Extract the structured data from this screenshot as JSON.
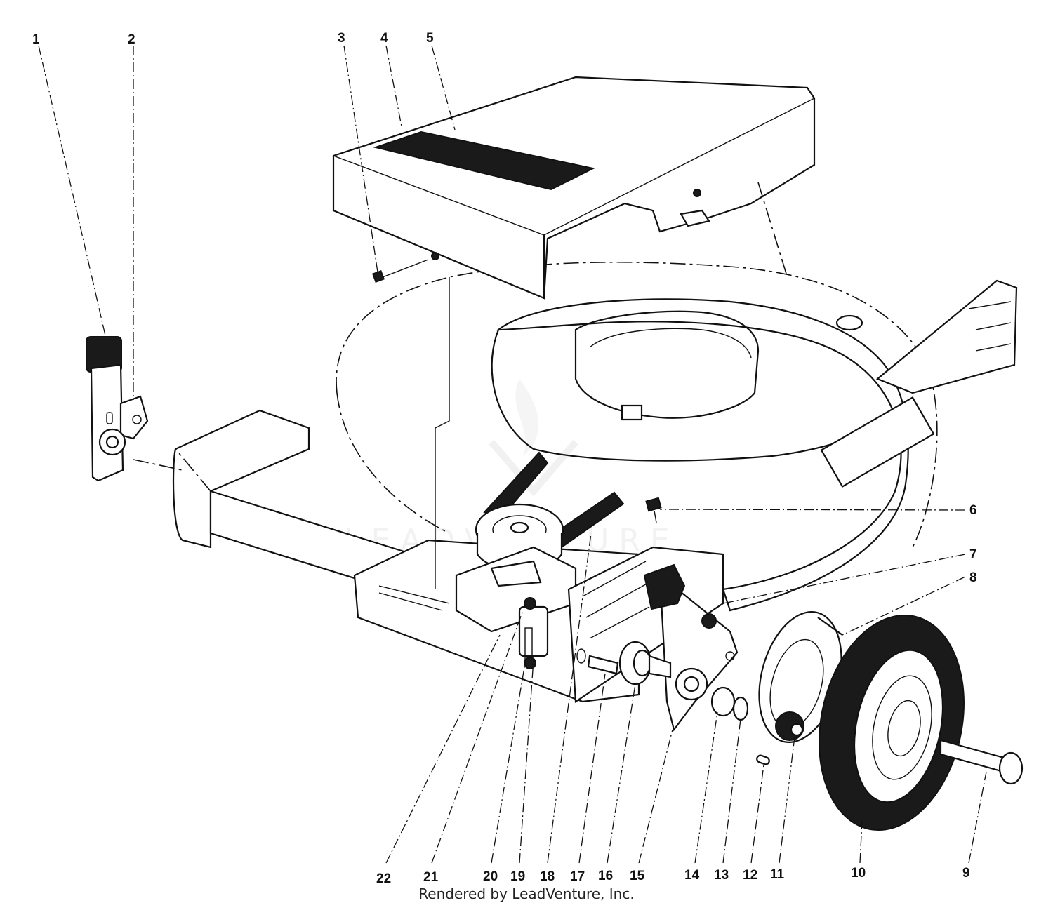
{
  "diagram": {
    "callouts": [
      "1",
      "2",
      "3",
      "4",
      "5",
      "6",
      "7",
      "8",
      "9",
      "10",
      "11",
      "12",
      "13",
      "14",
      "15",
      "16",
      "17",
      "18",
      "19",
      "20",
      "21",
      "22"
    ],
    "watermark": "LEADVENTURE"
  },
  "footer": {
    "credit": "Rendered by LeadVenture, Inc."
  },
  "colors": {
    "line": "#111111",
    "background": "#ffffff",
    "decal": "#1a1a1a"
  }
}
